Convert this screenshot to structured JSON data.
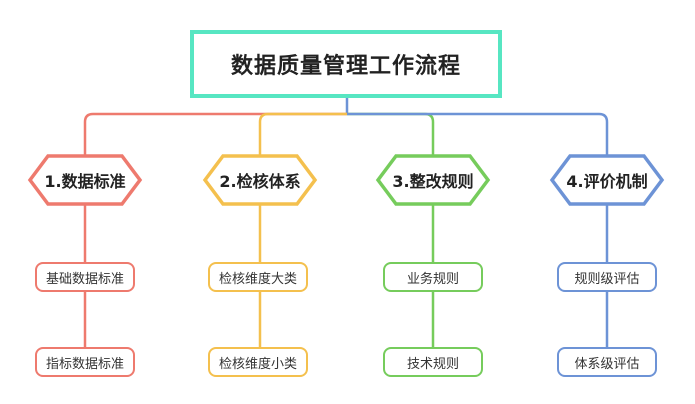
{
  "title": "数据质量管理工作流程",
  "title_color": "#57e6c2",
  "branches": [
    {
      "label": "1.数据标准",
      "color": "#ee7a6e",
      "items": [
        "基础数据标准",
        "指标数据标准"
      ]
    },
    {
      "label": "2.检核体系",
      "color": "#f4c04e",
      "items": [
        "检核维度大类",
        "检核维度小类"
      ]
    },
    {
      "label": "3.整改规则",
      "color": "#76cc5c",
      "items": [
        "业务规则",
        "技术规则"
      ]
    },
    {
      "label": "4.评价机制",
      "color": "#6d93d6",
      "items": [
        "规则级评估",
        "体系级评估"
      ]
    }
  ]
}
